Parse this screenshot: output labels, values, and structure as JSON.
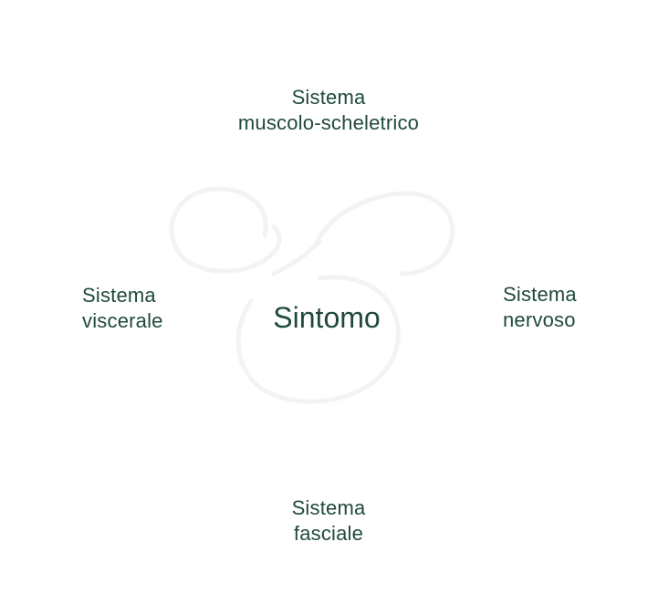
{
  "diagram": {
    "center": {
      "label": "Sintomo"
    },
    "nodes": {
      "top": "Sistema\nmuscolo-scheletrico",
      "left": "Sistema\nviscerale",
      "right": "Sistema\nnervoso",
      "bottom": "Sistema\nfasciale"
    }
  },
  "colors": {
    "text": "#1f4a3c",
    "watermark": "#f2f2f2",
    "background": "#ffffff"
  }
}
